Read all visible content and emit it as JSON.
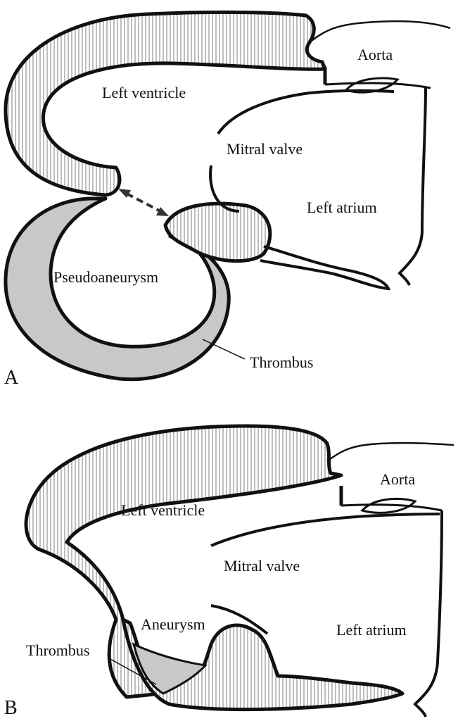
{
  "colors": {
    "outline": "#111111",
    "wall_hatch": "#9a9a9a",
    "thrombus_fill": "#c8c8c8",
    "background": "#ffffff"
  },
  "panel_a": {
    "letter": "A",
    "labels": {
      "aorta": "Aorta",
      "left_ventricle": "Left ventricle",
      "mitral_valve": "Mitral valve",
      "left_atrium": "Left atrium",
      "pseudoaneurysm": "Pseudoaneurysm",
      "thrombus": "Thrombus"
    }
  },
  "panel_b": {
    "letter": "B",
    "labels": {
      "aorta": "Aorta",
      "left_ventricle": "Left ventricle",
      "mitral_valve": "Mitral valve",
      "left_atrium": "Left atrium",
      "aneurysm": "Aneurysm",
      "thrombus": "Thrombus"
    }
  }
}
